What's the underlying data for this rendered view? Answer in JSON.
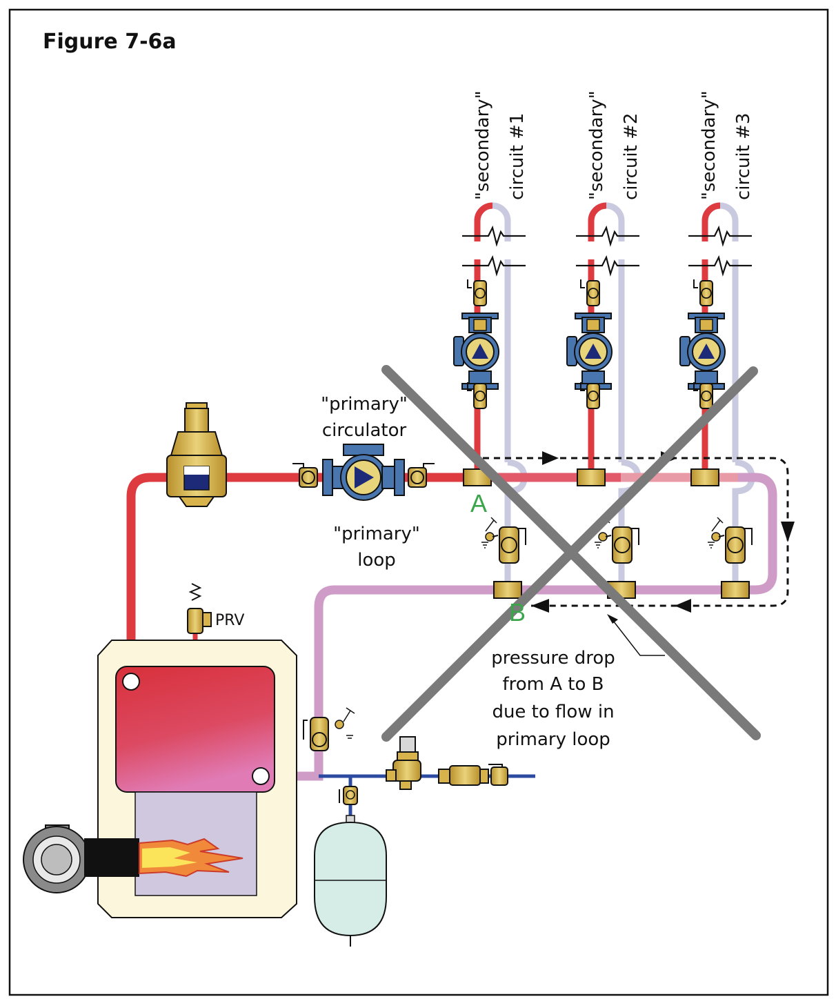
{
  "figure": {
    "title": "Figure 7-6a"
  },
  "labels": {
    "secondary_1": [
      "\"secondary\"",
      "circuit #1"
    ],
    "secondary_2": [
      "\"secondary\"",
      "circuit #2"
    ],
    "secondary_3": [
      "\"secondary\"",
      "circuit #3"
    ],
    "primary_circulator": [
      "\"primary\"",
      "circulator"
    ],
    "primary_loop": [
      "\"primary\"",
      "loop"
    ],
    "prv": "PRV",
    "point_a": "A",
    "point_b": "B",
    "pressure_note": [
      "pressure drop",
      "from A to B",
      "due to flow in",
      "primary loop"
    ]
  },
  "colors": {
    "supply": "#dd3b40",
    "supply_light": "#e89aa6",
    "return": "#cf9cc8",
    "return_light": "#c9c9e0",
    "cold_water": "#2b4aa0",
    "brass": "#d8b24a",
    "pump_blue": "#4a76b0",
    "cross": "#7a7a7a",
    "label_green": "#3aa54a",
    "boiler_cabinet": "#fbf6dc",
    "expansion_tank": "#d6ece6"
  }
}
